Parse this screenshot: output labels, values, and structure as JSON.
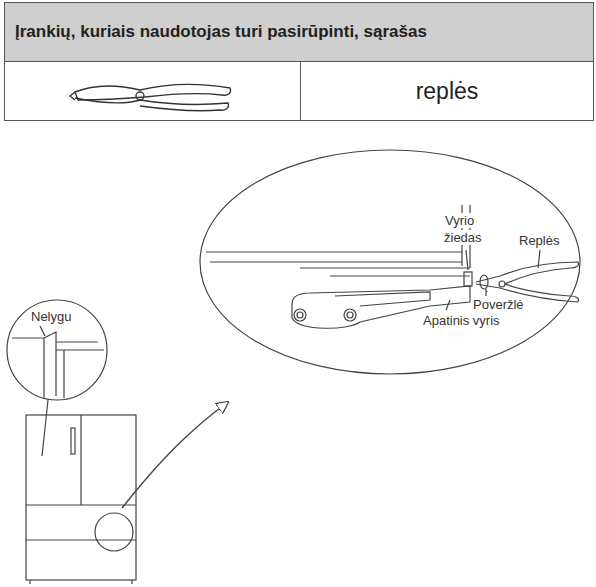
{
  "diagram": {
    "nodes": [
      {
        "text": [
          "Įrankių, kuriais naudotojas turi pasirūpinti, sąrašas"
        ]
      },
      {
        "text": [
          "replės"
        ]
      }
    ],
    "labels": [
      "Nelygu",
      "Vyrio žiedas",
      "Replės",
      "Poveržlė",
      "Apatinis vyris"
    ]
  }
}
